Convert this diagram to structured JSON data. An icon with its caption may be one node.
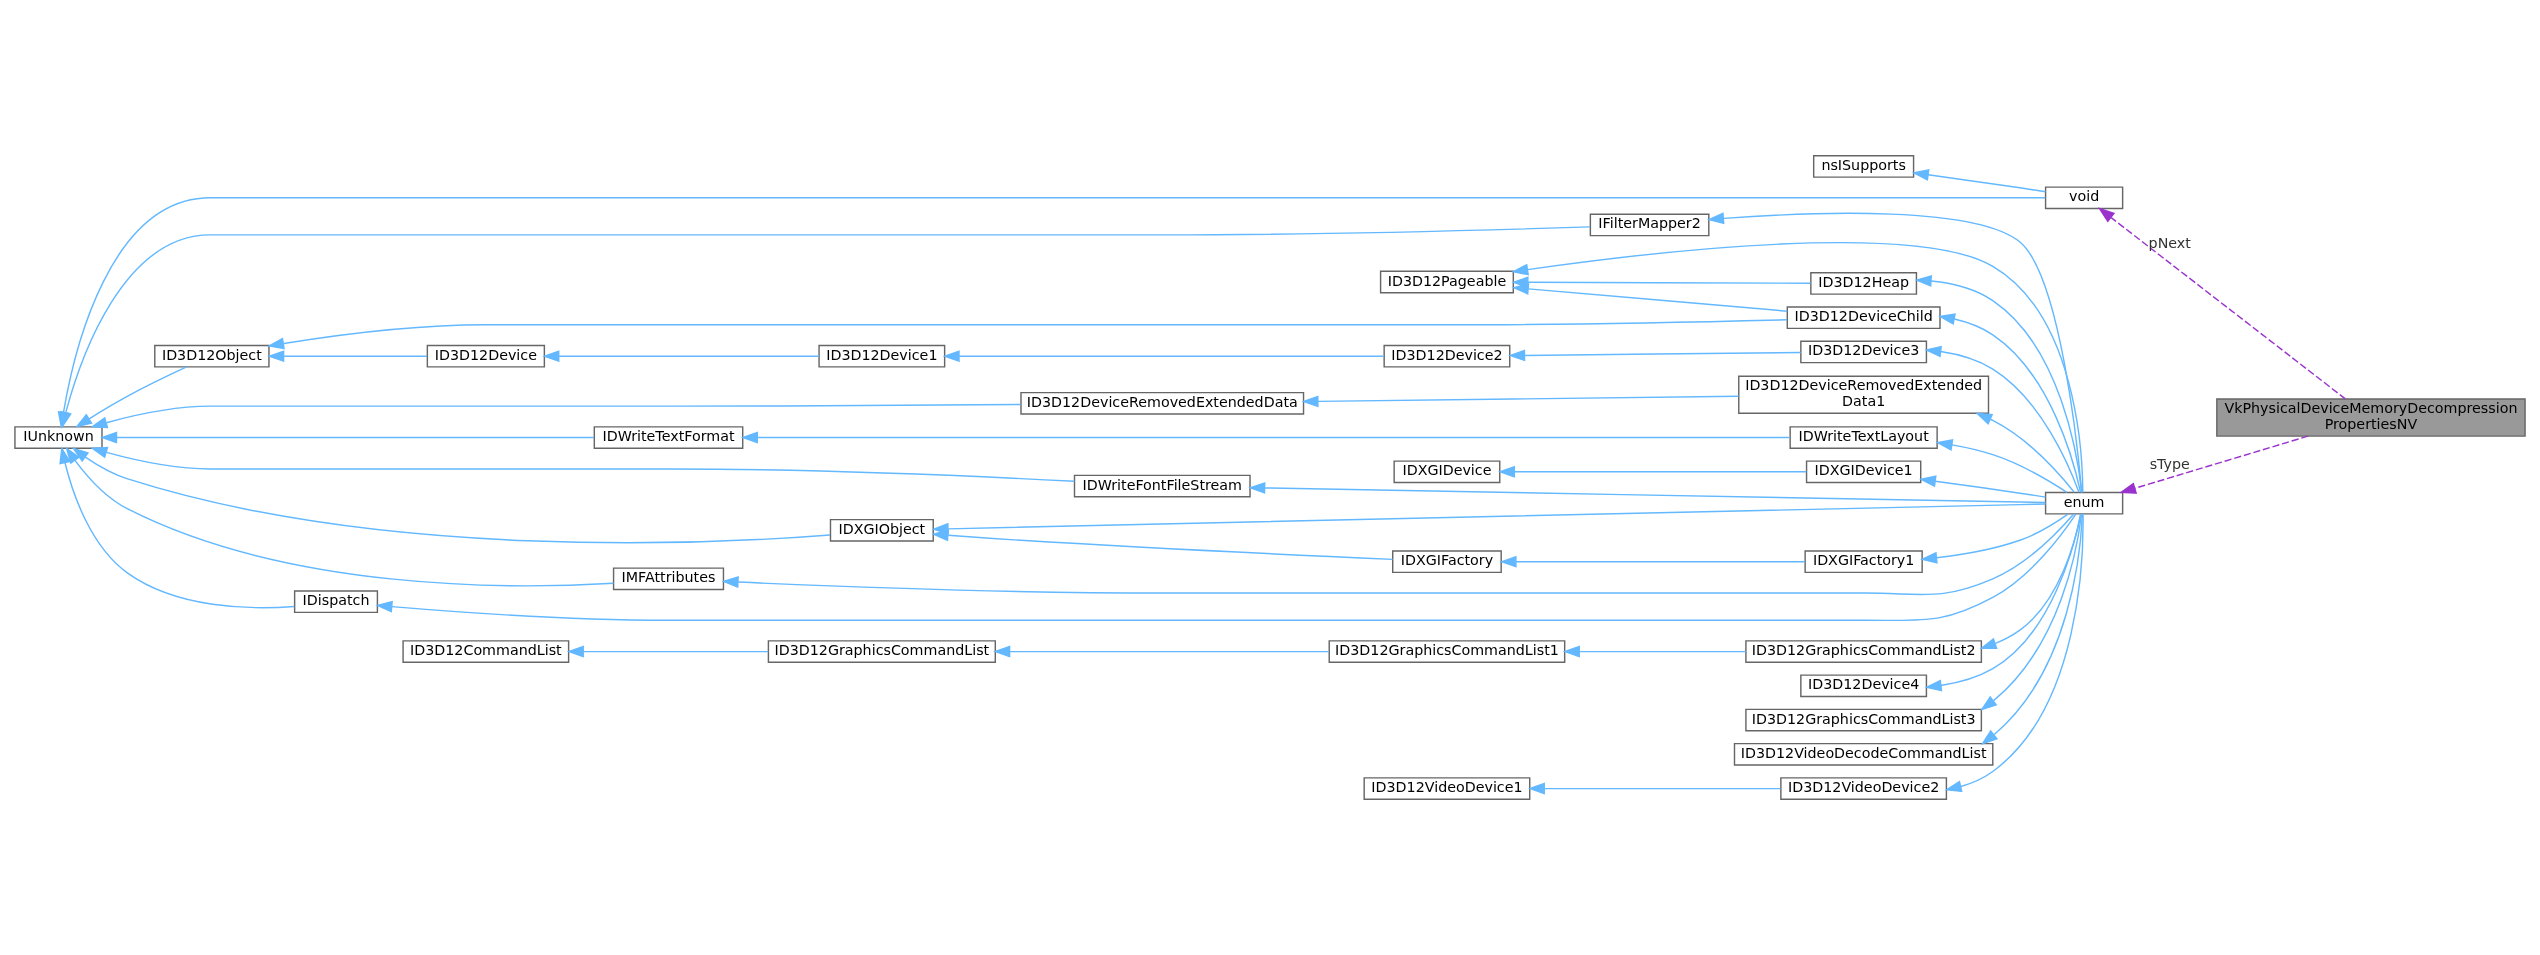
{
  "diagram": {
    "nodes": [
      {
        "text": [
          "VkPhysicalDeviceMemoryDecompression PropertiesNV"
        ]
      },
      {
        "text": [
          "void"
        ]
      },
      {
        "text": [
          "nsISupports"
        ]
      },
      {
        "text": [
          "enum"
        ]
      },
      {
        "text": [
          "IUnknown"
        ]
      },
      {
        "text": [
          "IFilterMapper2"
        ]
      },
      {
        "text": [
          "ID3D12Pageable"
        ]
      },
      {
        "text": [
          "ID3D12Heap"
        ]
      },
      {
        "text": [
          "ID3D12DeviceChild"
        ]
      },
      {
        "text": [
          "ID3D12Object"
        ]
      },
      {
        "text": [
          "ID3D12Device"
        ]
      },
      {
        "text": [
          "ID3D12Device1"
        ]
      },
      {
        "text": [
          "ID3D12Device2"
        ]
      },
      {
        "text": [
          "ID3D12Device3"
        ]
      },
      {
        "text": [
          "ID3D12DeviceRemovedExtendedData"
        ]
      },
      {
        "text": [
          "ID3D12DeviceRemovedExtended Data1"
        ]
      },
      {
        "text": [
          "IDWriteTextFormat"
        ]
      },
      {
        "text": [
          "IDWriteTextLayout"
        ]
      },
      {
        "text": [
          "IDXGIDevice"
        ]
      },
      {
        "text": [
          "IDXGIDevice1"
        ]
      },
      {
        "text": [
          "IDWriteFontFileStream"
        ]
      },
      {
        "text": [
          "IDXGIObject"
        ]
      },
      {
        "text": [
          "IDXGIFactory"
        ]
      },
      {
        "text": [
          "IDXGIFactory1"
        ]
      },
      {
        "text": [
          "IMFAttributes"
        ]
      },
      {
        "text": [
          "IDispatch"
        ]
      },
      {
        "text": [
          "ID3D12CommandList"
        ]
      },
      {
        "text": [
          "ID3D12GraphicsCommandList"
        ]
      },
      {
        "text": [
          "ID3D12GraphicsCommandList1"
        ]
      },
      {
        "text": [
          "ID3D12GraphicsCommandList2"
        ]
      },
      {
        "text": [
          "ID3D12Device4"
        ]
      },
      {
        "text": [
          "ID3D12GraphicsCommandList3"
        ]
      },
      {
        "text": [
          "ID3D12VideoDecodeCommandList"
        ]
      },
      {
        "text": [
          "ID3D12VideoDevice1"
        ]
      },
      {
        "text": [
          "ID3D12VideoDevice2"
        ]
      }
    ],
    "edges": [
      {
        "from": 0,
        "to": 1,
        "arrow": "to",
        "label": "pNext",
        "style": "dashed",
        "color": "#9a32cd"
      },
      {
        "from": 0,
        "to": 3,
        "arrow": "to",
        "label": "sType",
        "style": "dashed",
        "color": "#9a32cd"
      },
      {
        "from": 1,
        "to": 2,
        "arrow": "to"
      },
      {
        "from": 1,
        "to": 4,
        "arrow": "to"
      },
      {
        "from": 5,
        "to": 4,
        "arrow": "to"
      },
      {
        "from": 3,
        "to": 5,
        "arrow": "to"
      },
      {
        "from": 3,
        "to": 6,
        "arrow": "to"
      },
      {
        "from": 7,
        "to": 6,
        "arrow": "to"
      },
      {
        "from": 3,
        "to": 7,
        "arrow": "to"
      },
      {
        "from": 8,
        "to": 6,
        "arrow": "to"
      },
      {
        "from": 8,
        "to": 9,
        "arrow": "to"
      },
      {
        "from": 3,
        "to": 8,
        "arrow": "to"
      },
      {
        "from": 9,
        "to": 4,
        "arrow": "to"
      },
      {
        "from": 10,
        "to": 9,
        "arrow": "to"
      },
      {
        "from": 11,
        "to": 10,
        "arrow": "to"
      },
      {
        "from": 12,
        "to": 11,
        "arrow": "to"
      },
      {
        "from": 13,
        "to": 12,
        "arrow": "to"
      },
      {
        "from": 3,
        "to": 13,
        "arrow": "to"
      },
      {
        "from": 14,
        "to": 4,
        "arrow": "to"
      },
      {
        "from": 15,
        "to": 14,
        "arrow": "to"
      },
      {
        "from": 3,
        "to": 15,
        "arrow": "to"
      },
      {
        "from": 16,
        "to": 4,
        "arrow": "to"
      },
      {
        "from": 17,
        "to": 16,
        "arrow": "to"
      },
      {
        "from": 3,
        "to": 17,
        "arrow": "to"
      },
      {
        "from": 19,
        "to": 18,
        "arrow": "to"
      },
      {
        "from": 3,
        "to": 19,
        "arrow": "to"
      },
      {
        "from": 20,
        "to": 4,
        "arrow": "to"
      },
      {
        "from": 3,
        "to": 20,
        "arrow": "to"
      },
      {
        "from": 21,
        "to": 4,
        "arrow": "to"
      },
      {
        "from": 3,
        "to": 21,
        "arrow": "to"
      },
      {
        "from": 22,
        "to": 21,
        "arrow": "to"
      },
      {
        "from": 23,
        "to": 22,
        "arrow": "to"
      },
      {
        "from": 3,
        "to": 23,
        "arrow": "to"
      },
      {
        "from": 24,
        "to": 4,
        "arrow": "to"
      },
      {
        "from": 3,
        "to": 24,
        "arrow": "to"
      },
      {
        "from": 25,
        "to": 4,
        "arrow": "to"
      },
      {
        "from": 3,
        "to": 25,
        "arrow": "to"
      },
      {
        "from": 27,
        "to": 26,
        "arrow": "to"
      },
      {
        "from": 28,
        "to": 27,
        "arrow": "to"
      },
      {
        "from": 29,
        "to": 28,
        "arrow": "to"
      },
      {
        "from": 3,
        "to": 29,
        "arrow": "to"
      },
      {
        "from": 3,
        "to": 30,
        "arrow": "to"
      },
      {
        "from": 3,
        "to": 31,
        "arrow": "to"
      },
      {
        "from": 3,
        "to": 32,
        "arrow": "to"
      },
      {
        "from": 34,
        "to": 33,
        "arrow": "to"
      },
      {
        "from": 3,
        "to": 34,
        "arrow": "to"
      }
    ]
  }
}
